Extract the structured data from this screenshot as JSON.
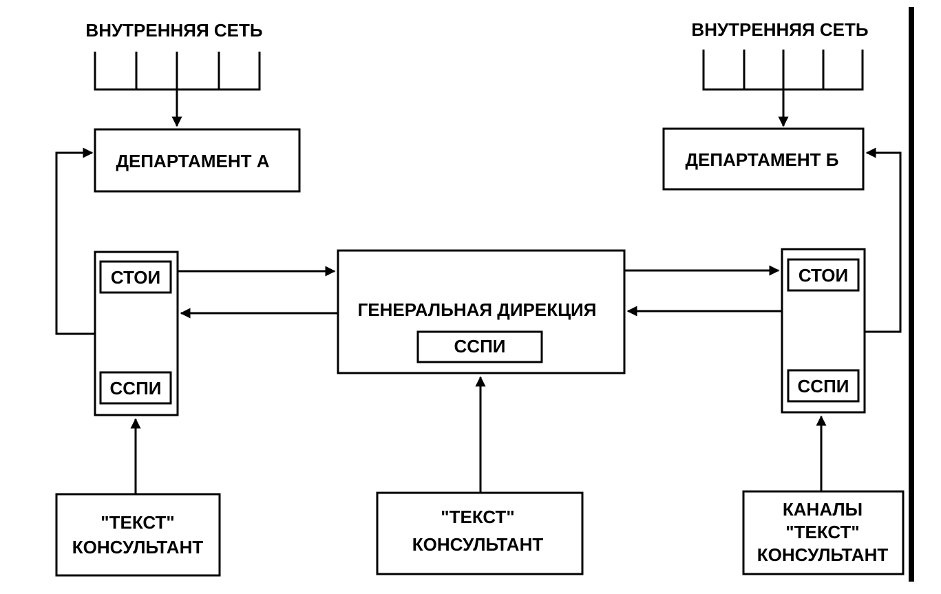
{
  "networks": {
    "left": "ВНУТРЕННЯЯ СЕТЬ",
    "right": "ВНУТРЕННЯЯ СЕТЬ"
  },
  "departments": {
    "a": "ДЕПАРТАМЕНТ А",
    "b": "ДЕПАРТАМЕНТ Б"
  },
  "center": {
    "title": "ГЕНЕРАЛЬНАЯ ДИРЕКЦИЯ",
    "sspi": "ССПИ"
  },
  "left_node": {
    "stoi": "СТОИ",
    "sspi": "ССПИ"
  },
  "right_node": {
    "stoi": "СТОИ",
    "sspi": "ССПИ"
  },
  "sources": {
    "left": {
      "line1": "\"ТЕКСТ\"",
      "line2": "КОНСУЛЬТАНТ"
    },
    "center": {
      "line1": "\"ТЕКСТ\"",
      "line2": "КОНСУЛЬТАНТ"
    },
    "right": {
      "line1": "КАНАЛЫ",
      "line2": "\"ТЕКСТ\"",
      "line3": "КОНСУЛЬТАНТ"
    }
  }
}
